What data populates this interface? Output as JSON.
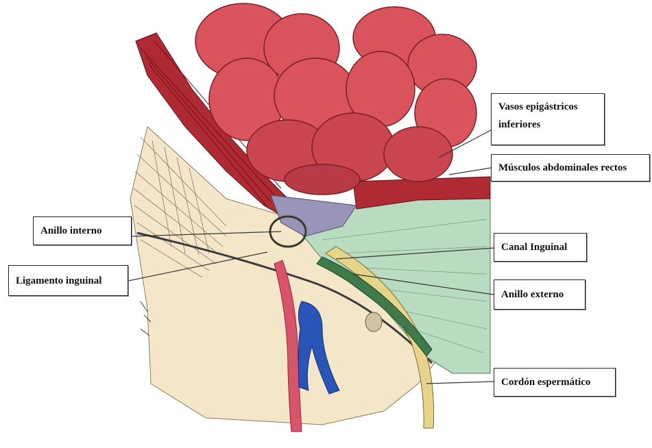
{
  "labels": {
    "vasos_line1": "Vasos epigástricos",
    "vasos_line2": "inferiores",
    "musculos": "Músculos abdominales rectos",
    "canal": "Canal Inguinal",
    "anillo_externo": "Anillo externo",
    "cordon": "Cordón espermático",
    "anillo_interno": "Anillo interno",
    "ligamento": "Ligamento inguinal"
  },
  "colors": {
    "intestine": "#d9545c",
    "intestine_shadow": "#a52f3a",
    "muscle": "#b02a33",
    "skin": "#f4e6c8",
    "fascia_green": "#b9dcc0",
    "vein": "#2a55b8",
    "artery": "#d8546a",
    "cord": "#e6d48a",
    "line": "#333333"
  }
}
